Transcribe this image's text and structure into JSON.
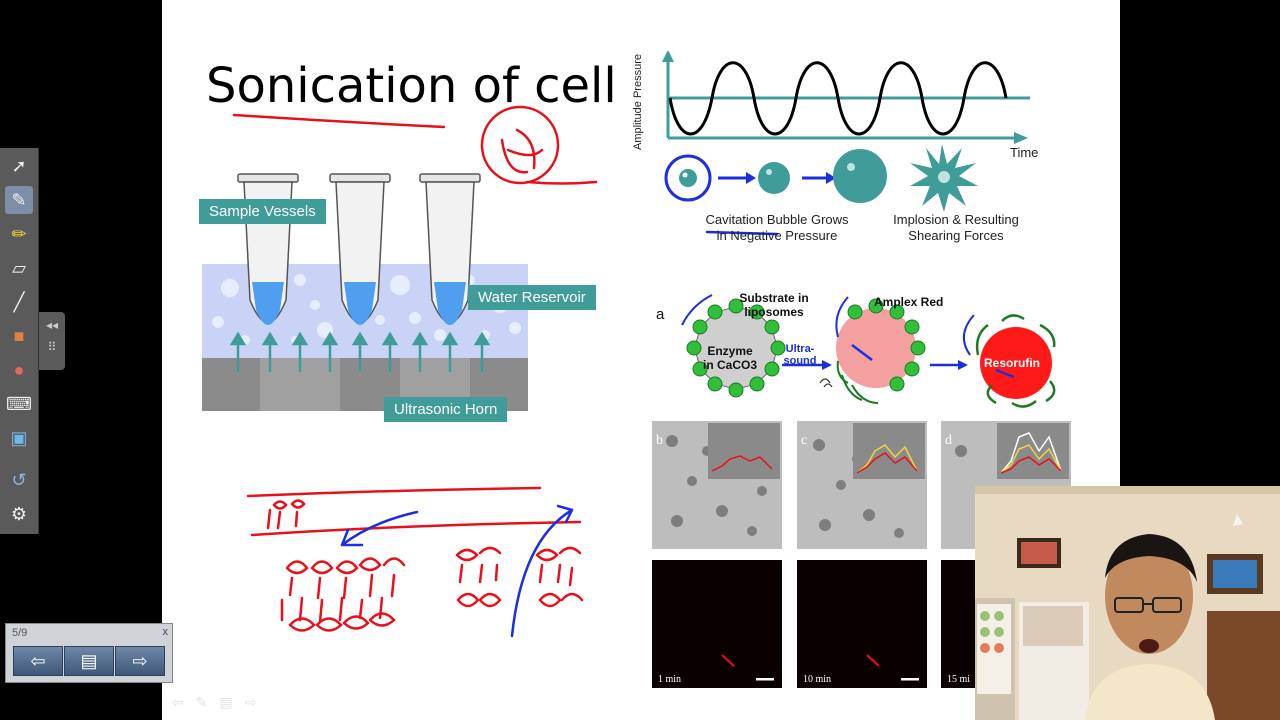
{
  "slide": {
    "title": "Sonication of cell",
    "labels": {
      "sample_vessels": "Sample Vessels",
      "water_reservoir": "Water Reservoir",
      "ultrasonic_horn": "Ultrasonic Horn"
    },
    "wave_diagram": {
      "y_axis": "Amplitude Pressure",
      "x_axis": "Time",
      "caption_left": "Cavitation Bubble Grows\nin Negative Pressure",
      "caption_right": "Implosion & Resulting\nShearing Forces"
    },
    "enzyme_figure": {
      "panel_a": "a",
      "substrate": "Substrate in\nliposomes",
      "amplex": "Amplex Red",
      "enzyme": "Enzyme\nin CaCO3",
      "ultrasound": "Ultra-\nsound",
      "resorufin": "Resorufin",
      "panel_b": "b",
      "panel_c": "c",
      "panel_d": "d",
      "time_1": "1 min",
      "time_2": "10 min",
      "time_3": "15 mi"
    }
  },
  "navigator": {
    "counter": "5/9",
    "close": "x"
  },
  "colors": {
    "teal": "#3f9c99",
    "ink_red": "#e8101a",
    "ink_blue": "#1a2fe0"
  }
}
